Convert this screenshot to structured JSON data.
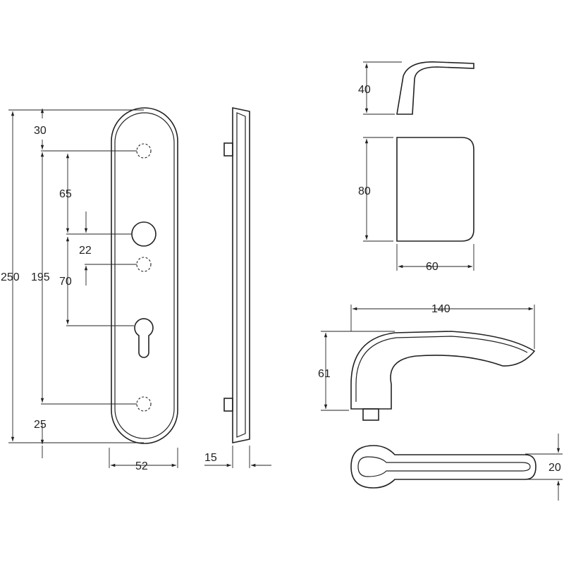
{
  "dimensions": {
    "plate_height": "250",
    "plate_between_screws": "195",
    "top_to_screw": "30",
    "screw_to_spindle": "65",
    "spindle_to_small": "22",
    "spindle_to_keyhole": "70",
    "bottom_to_screw": "25",
    "plate_width": "52",
    "plate_depth": "15",
    "handle_side_height": "40",
    "handle_top_height": "80",
    "handle_top_width": "60",
    "handle_length": "140",
    "handle_height": "61",
    "handle_thickness": "20"
  },
  "colors": {
    "line": "#222222",
    "background": "#ffffff"
  }
}
